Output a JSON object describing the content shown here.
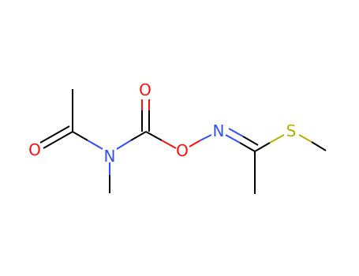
{
  "molecule": {
    "atoms": [
      {
        "id": "O1",
        "symbol": "O",
        "color": "#ff0d0d"
      },
      {
        "id": "N1",
        "symbol": "N",
        "color": "#3050f8"
      },
      {
        "id": "O2",
        "symbol": "O",
        "color": "#ff0d0d"
      },
      {
        "id": "O3",
        "symbol": "O",
        "color": "#ff0d0d"
      },
      {
        "id": "N2",
        "symbol": "N",
        "color": "#3050f8"
      },
      {
        "id": "S1",
        "symbol": "S",
        "color": "#b2b200"
      }
    ],
    "bond_color": "#000000"
  }
}
